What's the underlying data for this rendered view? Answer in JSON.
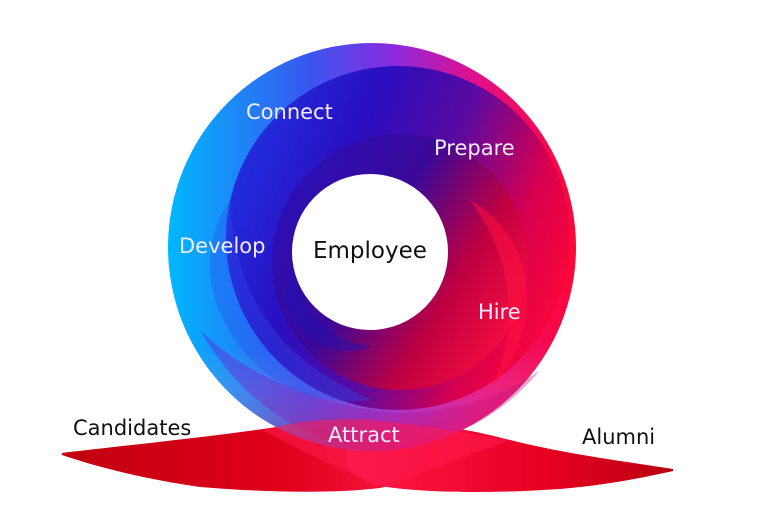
{
  "diagram": {
    "type": "employee-lifecycle-swirl",
    "center_label": "Employee",
    "stages": [
      {
        "id": "connect",
        "label": "Connect"
      },
      {
        "id": "prepare",
        "label": "Prepare"
      },
      {
        "id": "develop",
        "label": "Develop"
      },
      {
        "id": "hire",
        "label": "Hire"
      },
      {
        "id": "attract",
        "label": "Attract"
      }
    ],
    "endpoints": {
      "left": "Candidates",
      "right": "Alumni"
    },
    "colors": {
      "cyan": "#00b4ff",
      "blue": "#2a4cf0",
      "indigo": "#2a10b8",
      "purple": "#9010c8",
      "magenta": "#e0008a",
      "red": "#ff0a3c",
      "crimson": "#d00018",
      "center_fill": "#ffffff",
      "dark_text": "#111111",
      "light_text": "#f1ecff"
    }
  }
}
